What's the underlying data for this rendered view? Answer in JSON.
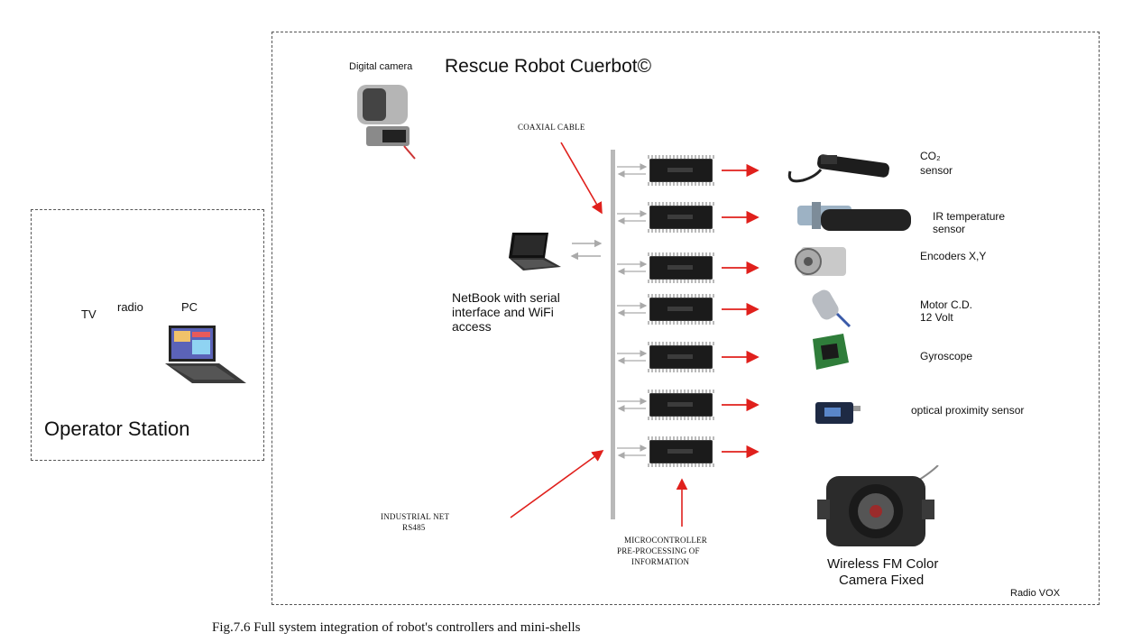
{
  "operator_station": {
    "title": "Operator Station",
    "tv_label": "TV",
    "radio_label": "radio",
    "pc_label": "PC"
  },
  "robot": {
    "title": "Rescue Robot Cuerbot©",
    "digital_camera_label": "Digital camera",
    "coaxial_cable_label": "COAXIAL CABLE",
    "netbook_label": [
      "NetBook with serial",
      "interface and WiFi",
      "access"
    ],
    "industrial_net_label": [
      "INDUSTRIAL NET",
      "RS485"
    ],
    "microcontroller_label": [
      "MICROCONTROLLER",
      "PRE-PROCESSING OF",
      "INFORMATION"
    ],
    "wireless_camera_label": [
      "Wireless FM Color",
      "Camera Fixed"
    ],
    "radio_vox_label": "Radio VOX",
    "sensors": [
      {
        "line1": "CO₂",
        "line2": "sensor"
      },
      {
        "line1": "IR temperature",
        "line2": "sensor"
      },
      {
        "line1": "Encoders X,Y",
        "line2": ""
      },
      {
        "line1": "Motor C.D.",
        "line2": "12 Volt"
      },
      {
        "line1": "Gyroscope",
        "line2": ""
      },
      {
        "line1": "optical proximity sensor",
        "line2": ""
      }
    ]
  },
  "caption": "Fig.7.6 Full system integration of robot's controllers and mini-shells",
  "colors": {
    "arrow": "#e0201c",
    "bus": "#b9b9b9",
    "chip": "#1b1b1b"
  }
}
